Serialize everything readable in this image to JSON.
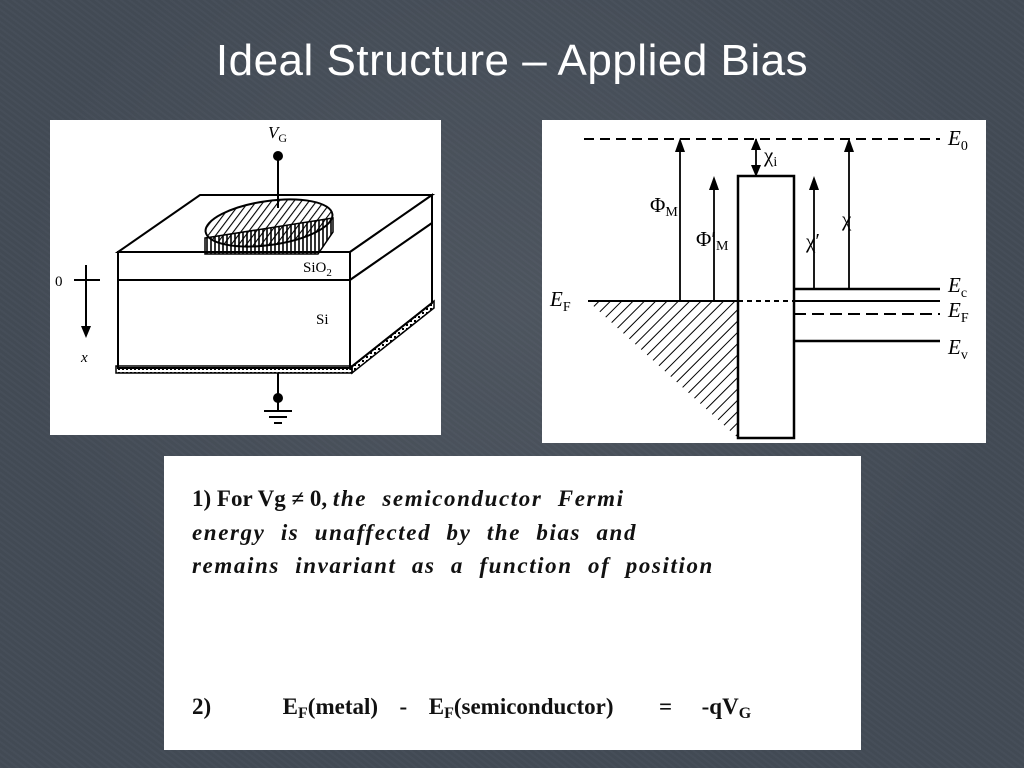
{
  "slide": {
    "title": "Ideal Structure – Applied Bias"
  },
  "mos": {
    "vg_label": "V",
    "vg_sub": "G",
    "oxide_label": "SiO",
    "oxide_sub": "2",
    "si_label": "Si",
    "zero_label": "0",
    "x_label": "x"
  },
  "band": {
    "e0": "E",
    "e0_sub": "0",
    "chi_i": "χ",
    "chi_i_sub": "i",
    "phi_m": "Φ",
    "phi_m_sub": "M",
    "phi_m_prime": "Φ′",
    "phi_m_prime_sub": "M",
    "chi_prime": "χ′",
    "chi": "χ",
    "ef_left": "E",
    "ef_left_sub": "F",
    "ec": "E",
    "ec_sub": "c",
    "ef_right": "E",
    "ef_right_sub": "F",
    "ev": "E",
    "ev_sub": "v"
  },
  "notes": {
    "line1_prefix": "1) For Vg ≠ 0,",
    "line1_rest": "the semiconductor Fermi",
    "line2": "energy is unaffected by the bias and",
    "line3": "remains invariant as a function of position",
    "line4_num": "2)",
    "line4_left_e": "E",
    "line4_left_sub": "F",
    "line4_left_paren": "(metal)",
    "line4_minus": "-",
    "line4_right_e": "E",
    "line4_right_sub": "F",
    "line4_right_paren": "(semiconductor)",
    "line4_eq": "=",
    "line4_result": "-qV",
    "line4_result_sub": "G"
  }
}
